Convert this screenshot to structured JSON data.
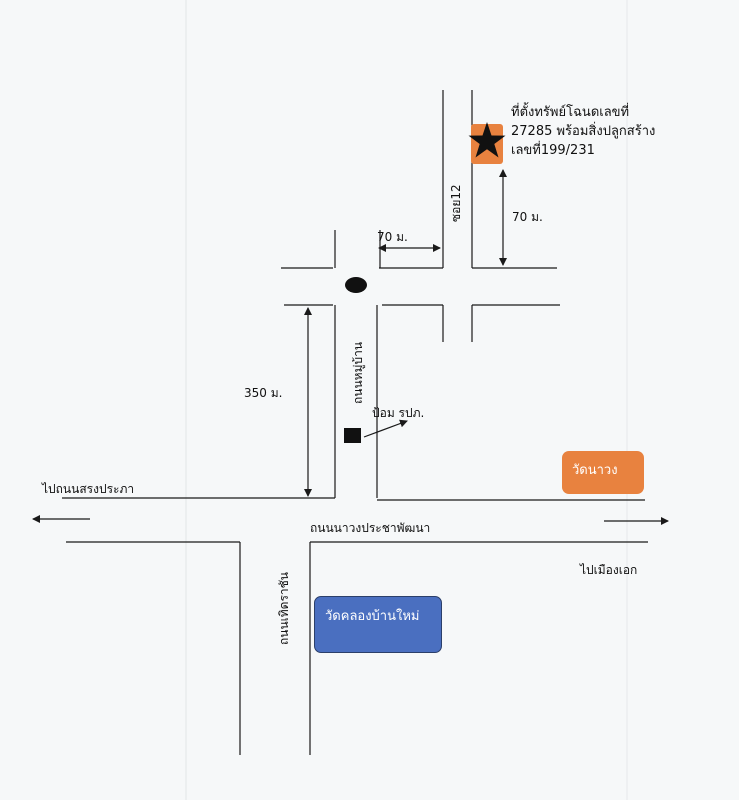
{
  "property": {
    "line1": "ที่ตั้งทรัพย์โฉนดเลขที่",
    "line2": "27285 พร้อมสิ่งปลูกสร้าง",
    "line3": "เลขที่199/231"
  },
  "roads": {
    "soi": "ซอย12",
    "village_road": "ถนนหมู่บ้าน",
    "main_road": "ถนนนาวงประชาพัฒนา",
    "side_road": "ถนนเทิดราชัน"
  },
  "distances": {
    "horizontal": "70 ม.",
    "vertical_right": "70 ม.",
    "vertical_long": "350 ม."
  },
  "landmarks": {
    "police_box": "ป้อม รปภ.",
    "wat_nawong": "วัดนาวง",
    "wat_khlong": "วัดคลองบ้านใหม่"
  },
  "directions": {
    "left": "ไปถนนสรงประภา",
    "right": "ไปเมืองเอก"
  },
  "colors": {
    "orange": "#e8823f",
    "blue": "#4a6fc0",
    "line": "#1a1a1a"
  }
}
